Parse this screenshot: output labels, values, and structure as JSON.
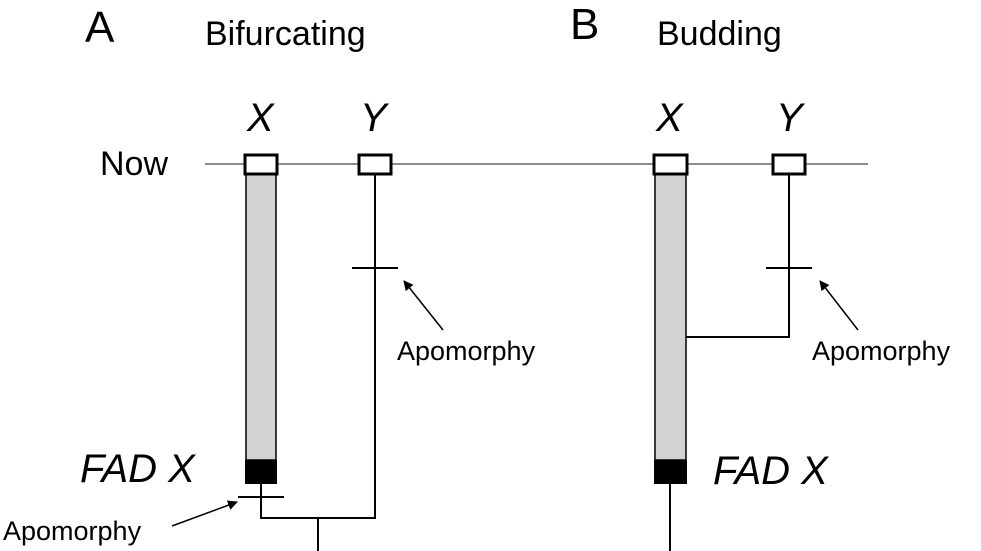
{
  "labels": {
    "now": "Now",
    "apomorphy": "Apomorphy"
  },
  "panels": [
    {
      "letter": "A",
      "title": "Bifurcating",
      "taxa": [
        "X",
        "Y"
      ],
      "fad_label": "FAD X",
      "apomorphy_label": "Apomorphy",
      "apomorphy_label_2": "Apomorphy"
    },
    {
      "letter": "B",
      "title": "Budding",
      "taxa": [
        "X",
        "Y"
      ],
      "fad_label": "FAD X",
      "apomorphy_label": "Apomorphy"
    }
  ],
  "colors": {
    "range_bar": "#d3d3d3",
    "line": "#000000",
    "now_line": "#666666",
    "background": "#ffffff"
  }
}
